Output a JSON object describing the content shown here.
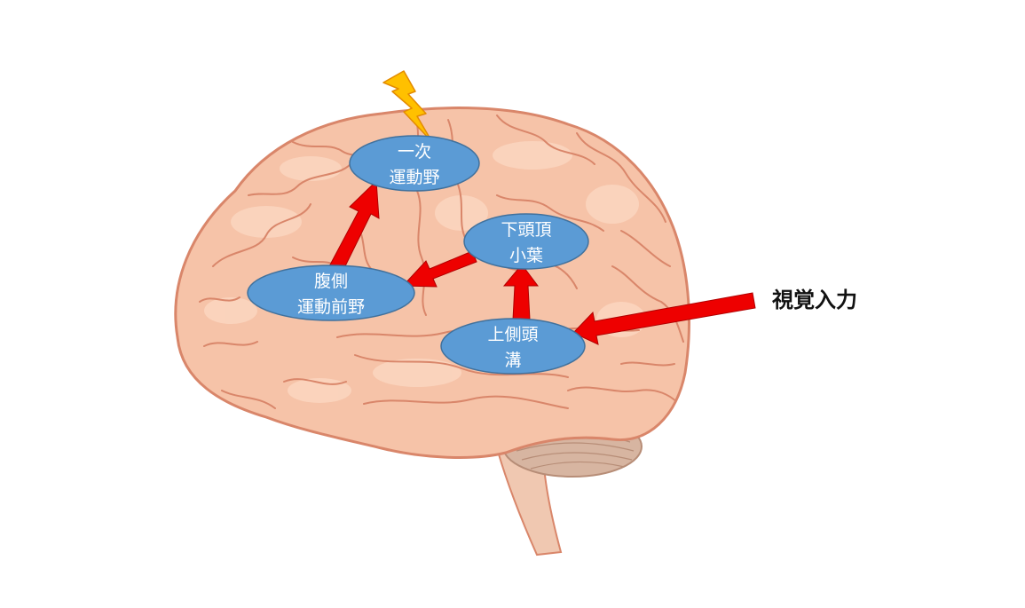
{
  "regions": {
    "primary_motor": {
      "line1": "一次",
      "line2": "運動野"
    },
    "ventral_premotor": {
      "line1": "腹側",
      "line2": "運動前野"
    },
    "inferior_parietal": {
      "line1": "下頭頂",
      "line2": "小葉"
    },
    "superior_temporal": {
      "line1": "上側頭",
      "line2": "溝"
    }
  },
  "input_label": "視覚入力",
  "colors": {
    "brain_fill": "#f6c3a8",
    "brain_outline": "#d9866a",
    "gyri_highlight": "#fbd6c0",
    "cerebellum": "#d7b5a1",
    "brainstem": "#f0c8b1",
    "ellipse_fill": "#5b9bd5",
    "ellipse_stroke": "#41719c",
    "arrow_red": "#ee0000",
    "lightning_fill": "#ffc000",
    "lightning_stroke": "#e38b00"
  },
  "icons": [
    "lightning-icon",
    "arrow-icon"
  ]
}
